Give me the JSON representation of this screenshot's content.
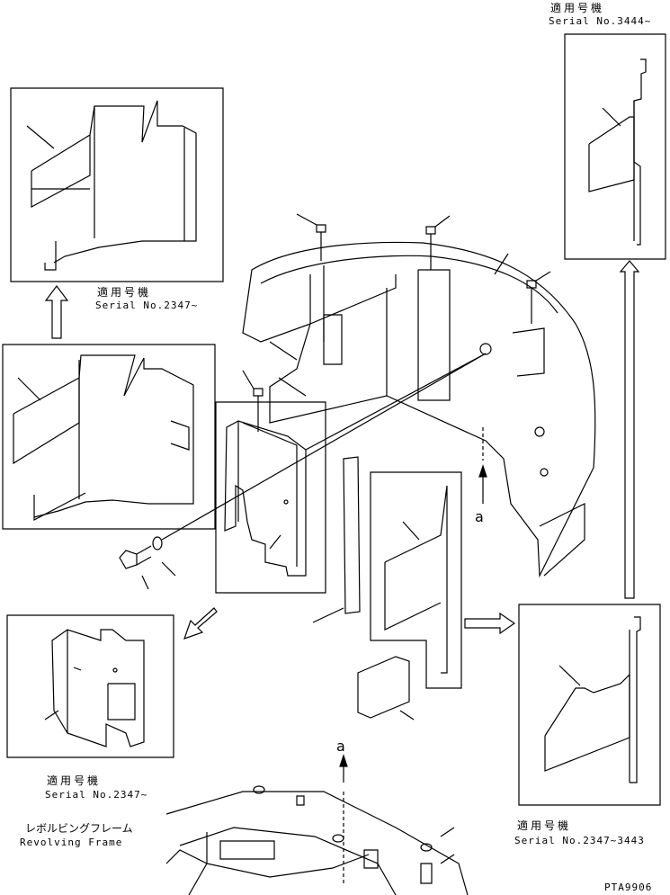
{
  "labels": {
    "applicable_jp": "適用号機",
    "serial_3444": "Serial No.3444~",
    "serial_2347_top": "Serial No.2347~",
    "serial_2347_left": "Serial No.2347~",
    "serial_2347_3443": "Serial No.2347~3443",
    "revolving_frame_jp": "レボルビングフレーム",
    "revolving_frame": "Revolving Frame",
    "view_mark": "a",
    "drawing_code": "PTA9906"
  }
}
